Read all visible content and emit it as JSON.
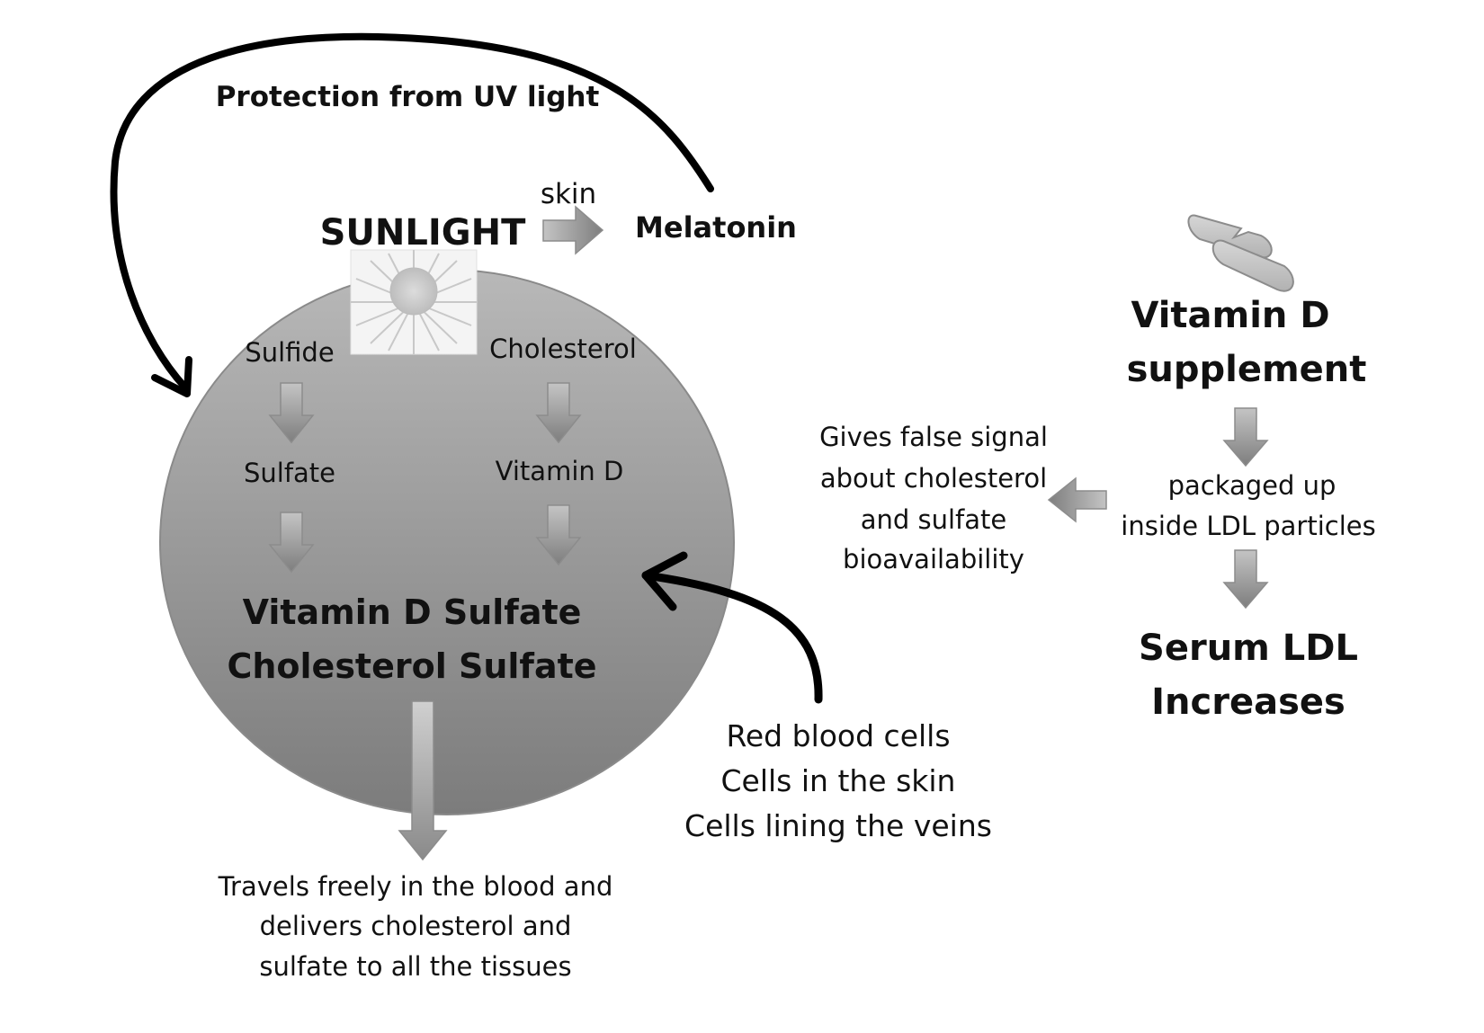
{
  "top_arc_label": "Protection from UV light",
  "sunlight": "SUNLIGHT",
  "skin": "skin",
  "melatonin": "Melatonin",
  "left_chain": {
    "sulfide": "Sulfide",
    "sulfate": "Sulfate"
  },
  "right_chain": {
    "cholesterol": "Cholesterol",
    "vitamin_d": "Vitamin D"
  },
  "products": {
    "line1": "Vitamin D Sulfate",
    "line2": "Cholesterol Sulfate"
  },
  "travels": {
    "line1": "Travels freely in the blood and",
    "line2": "delivers cholesterol and",
    "line3": "sulfate to all the tissues"
  },
  "cells": {
    "line1": "Red blood cells",
    "line2": "Cells in the skin",
    "line3": "Cells lining the veins"
  },
  "supplement": {
    "line1": "Vitamin D",
    "line2": "supplement"
  },
  "packaged": {
    "line1": "packaged up",
    "line2": "inside LDL particles"
  },
  "false_signal": {
    "line1": "Gives false signal",
    "line2": "about cholesterol",
    "line3": "and sulfate",
    "line4": "bioavailability"
  },
  "serum": {
    "line1": "Serum LDL",
    "line2": "Increases"
  },
  "colors": {
    "circle_top": "#b4b4b4",
    "circle_bottom": "#7f7f7f",
    "arrow_fill": "#9a9a9a",
    "curved_arrow": "#000000"
  }
}
